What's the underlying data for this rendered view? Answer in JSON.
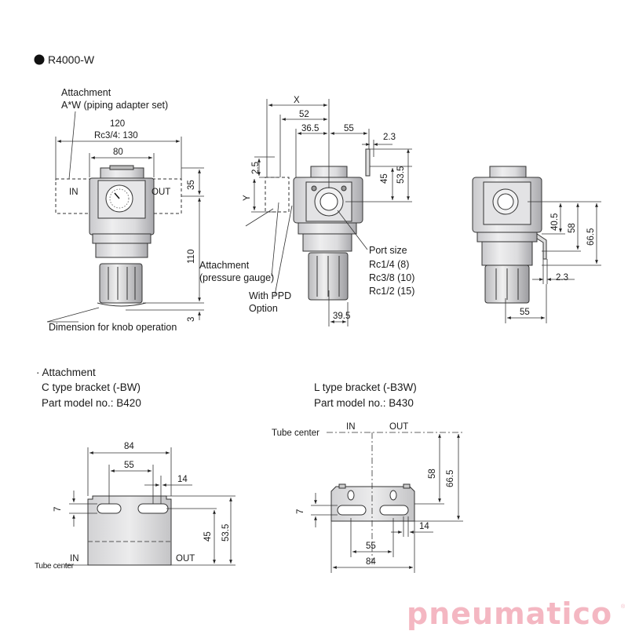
{
  "model_title": "R4000-W",
  "top": {
    "attachment_label": "Attachment",
    "attachment_sub": "A*W (piping adapter set)",
    "dim_120": "120",
    "dim_rc34": "Rc3/4: 130",
    "dim_80": "80",
    "port_in": "IN",
    "port_out": "OUT",
    "dim_35": "35",
    "dim_110": "110",
    "dim_3": "3",
    "knob_note": "Dimension for knob operation",
    "dim_X": "X",
    "dim_52": "52",
    "dim_36_5": "36.5",
    "dim_55a": "55",
    "dim_2_3a": "2.3",
    "dim_2_5": "2.5",
    "dim_Y": "Y",
    "dim_45a": "45",
    "dim_53_5a": "53.5",
    "gauge_label": "Attachment",
    "gauge_sub": "(pressure gauge)",
    "ppd_label": "With PPD",
    "ppd_sub": "Option",
    "port_size_title": "Port size",
    "port_sizes": [
      "Rc1/4 (8)",
      "Rc3/8 (10)",
      "Rc1/2 (15)"
    ],
    "dim_39_5": "39.5",
    "dim_40_5": "40.5",
    "dim_58a": "58",
    "dim_66_5a": "66.5",
    "dim_2_3b": "2.3",
    "dim_55b": "55"
  },
  "bottom": {
    "attachment_heading": "· Attachment",
    "c_bracket": "C type bracket (-BW)",
    "c_part": "Part model no.: B420",
    "l_bracket": "L type bracket (-B3W)",
    "l_part": "Part model no.: B430",
    "c_dim_84": "84",
    "c_dim_55": "55",
    "c_dim_14": "14",
    "c_dim_7": "7",
    "c_dim_45": "45",
    "c_dim_53_5": "53.5",
    "c_tube_center": "Tube center",
    "c_in": "IN",
    "c_out": "OUT",
    "l_tube_center": "Tube center",
    "l_in": "IN",
    "l_out": "OUT",
    "l_dim_58": "58",
    "l_dim_66_5": "66.5",
    "l_dim_7": "7",
    "l_dim_14": "14",
    "l_dim_55": "55",
    "l_dim_84": "84"
  },
  "brand": {
    "logo": "pneumatico",
    "reg": "®"
  }
}
